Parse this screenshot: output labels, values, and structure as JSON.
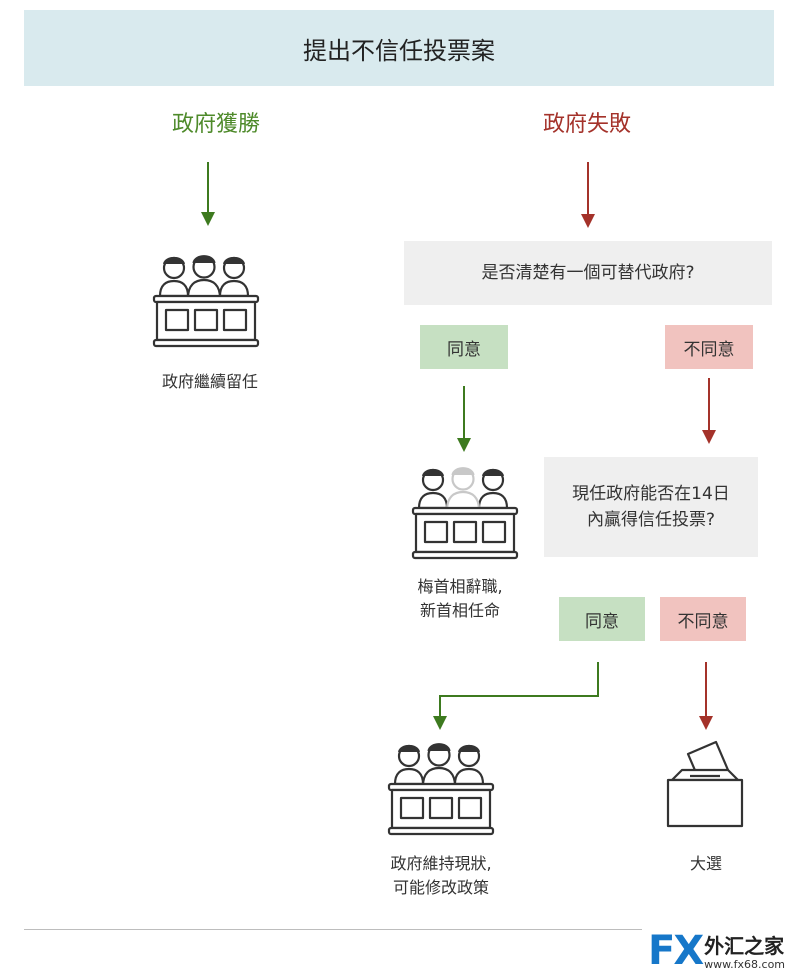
{
  "title": "提出不信任投票案",
  "branches": {
    "win": "政府獲勝",
    "fail": "政府失敗"
  },
  "questions": {
    "q1": "是否清楚有一個可替代政府?",
    "q2_line1": "現任政府能否在14日",
    "q2_line2": "內贏得信任投票?"
  },
  "tags": {
    "agree_1": "同意",
    "disagree_1": "不同意",
    "agree_2": "同意",
    "disagree_2": "不同意"
  },
  "outcomes": {
    "stay": "政府繼續留任",
    "pm_change_line1": "梅首相辭職,",
    "pm_change_line2": "新首相任命",
    "maintain_line1": "政府維持現狀,",
    "maintain_line2": "可能修改政策",
    "election": "大選"
  },
  "icons": {
    "cabinet": "cabinet-group-icon",
    "cabinet_faded": "cabinet-group-faded-icon",
    "ballot": "ballot-box-icon"
  },
  "logo": {
    "fx": "FX",
    "cn": "外汇之家",
    "url": "www.fx68.com"
  },
  "colors": {
    "header_bg": "#d9eaee",
    "win": "#4e8a2a",
    "fail": "#a4322a",
    "agree_bg": "#c6e0c2",
    "disagree_bg": "#f1c3bf",
    "question_bg": "#efefef",
    "logo_blue": "#1677c9"
  }
}
